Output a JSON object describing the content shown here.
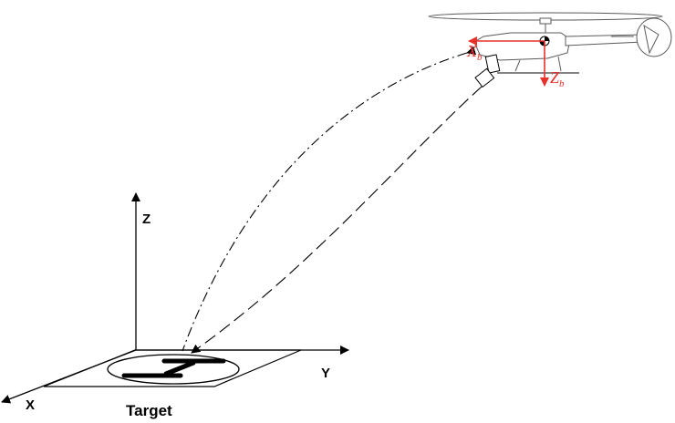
{
  "world_axes": {
    "z_label": "Z",
    "y_label": "Y",
    "x_label": "X"
  },
  "target_label": "Target",
  "body_axes": {
    "x_label": "X",
    "x_subscript": "b",
    "z_label": "Z",
    "z_subscript": "b"
  },
  "colors": {
    "body_axis": "#e8312a",
    "line": "#000000",
    "helicopter_outline": "#5a5a5a"
  },
  "icons": [
    "helicopter-icon",
    "camera-icon",
    "helipad-icon"
  ]
}
